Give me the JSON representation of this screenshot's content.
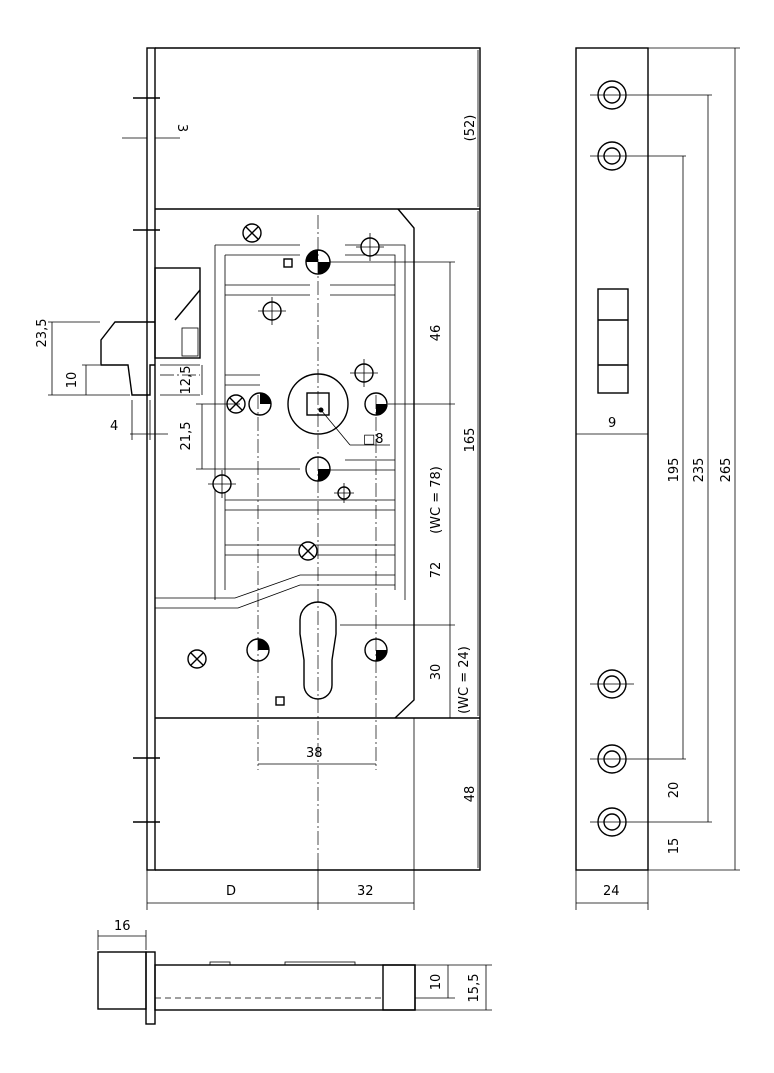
{
  "dimensions": {
    "front": {
      "d52": "(52)",
      "d3": "3",
      "d23_5": "23,5",
      "d10": "10",
      "d12_5": "12,5",
      "d4": "4",
      "d21_5": "21,5",
      "d46": "46",
      "d165": "165",
      "d8": "□8",
      "wc78": "(WC = 78)",
      "d72": "72",
      "d30": "30",
      "wc24": "(WC = 24)",
      "d38": "38",
      "d48": "48",
      "dD": "D",
      "d32": "32"
    },
    "side": {
      "d9": "9",
      "d195": "195",
      "d235": "235",
      "d265": "265",
      "d20": "20",
      "d15": "15",
      "d24": "24"
    },
    "bottom": {
      "d16": "16",
      "d10": "10",
      "d15_5": "15,5"
    }
  }
}
